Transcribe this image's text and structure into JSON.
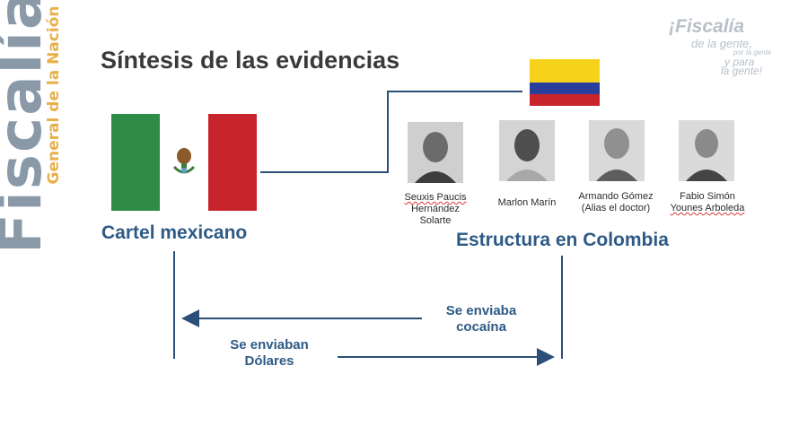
{
  "branding": {
    "side_main": "Fiscalía",
    "side_sub": "General de la Nación",
    "logo_line1": "¡Fiscalía",
    "logo_line2": "de la gente,",
    "logo_line3": "por la gente",
    "logo_line4": "y para",
    "logo_line5": "la gente!"
  },
  "title": "Síntesis de las evidencias",
  "left_group": {
    "label": "Cartel mexicano"
  },
  "right_group": {
    "label": "Estructura en Colombia"
  },
  "people": [
    {
      "name_line1": "Seuxis Paucis",
      "name_line2": "Hernández",
      "name_line3": "Solarte"
    },
    {
      "name_line1": "Marlon Marín",
      "name_line2": "",
      "name_line3": ""
    },
    {
      "name_line1": "Armando Gómez",
      "name_line2": "(Alias el doctor)",
      "name_line3": ""
    },
    {
      "name_line1": "Fabio Simón",
      "name_line2": "Younes Arboleda",
      "name_line3": ""
    }
  ],
  "flows": {
    "cocaine_line1": "Se enviaba",
    "cocaine_line2": "cocaína",
    "dollars_line1": "Se enviaban",
    "dollars_line2": "Dólares"
  },
  "colors": {
    "accent_blue": "#2d5a86",
    "line_blue": "#2b4f78",
    "brand_gray": "#8a99a8",
    "brand_gold": "#e8b04a"
  }
}
